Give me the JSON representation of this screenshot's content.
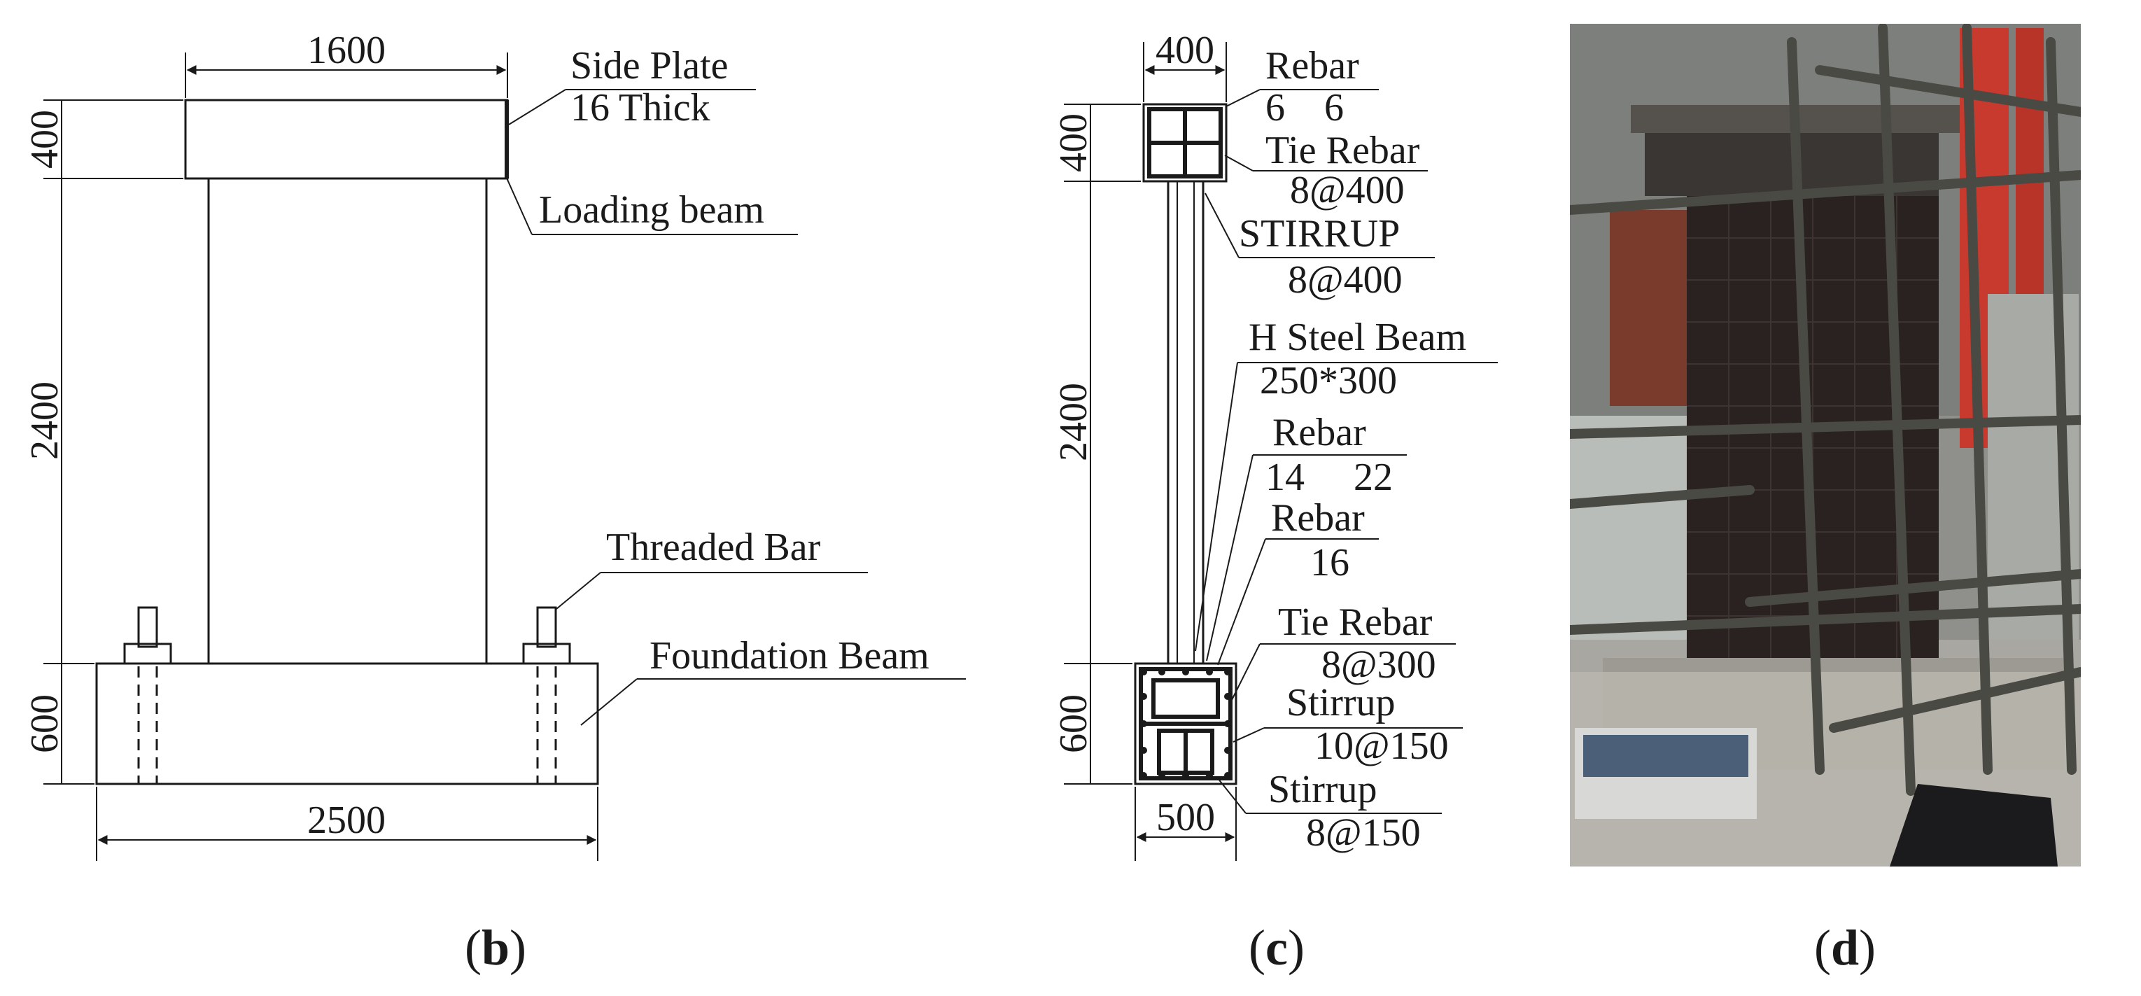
{
  "panel_b": {
    "caption_letter": "b",
    "dims": {
      "top_width": "1600",
      "beam_height": "400",
      "column_height": "2400",
      "foundation_height": "600",
      "foundation_width": "2500"
    },
    "labels": {
      "side_plate": "Side Plate",
      "side_plate_thickness": "16 Thick",
      "loading_beam": "Loading beam",
      "threaded_bar": "Threaded Bar",
      "foundation_beam": "Foundation Beam"
    }
  },
  "panel_c": {
    "caption_letter": "c",
    "dims": {
      "top_width": "400",
      "beam_height": "400",
      "column_height": "2400",
      "foundation_height": "600",
      "foundation_width": "500"
    },
    "labels": {
      "rebar_1": "Rebar",
      "rebar_1_spec": "6    6",
      "tie_rebar_1": "Tie Rebar",
      "tie_rebar_1_spec": "8@400",
      "stirrup_1": "STIRRUP",
      "stirrup_1_spec": "8@400",
      "h_steel": "H Steel Beam",
      "h_steel_spec": "250*300",
      "rebar_2": "Rebar",
      "rebar_2_spec": "14     22",
      "rebar_3": "Rebar",
      "rebar_3_spec": "16",
      "tie_rebar_2": "Tie Rebar",
      "tie_rebar_2_spec": "8@300",
      "stirrup_2": "Stirrup",
      "stirrup_2_spec": "10@150",
      "stirrup_3": "Stirrup",
      "stirrup_3_spec": "8@150"
    }
  },
  "panel_d": {
    "caption_letter": "d"
  },
  "colors": {
    "ink": "#1a1a1a",
    "photo_bg": "#8f8f8c",
    "specimen": "#2a2220",
    "frame_red": "#c83a2e",
    "scaffold": "#4a4a44"
  }
}
